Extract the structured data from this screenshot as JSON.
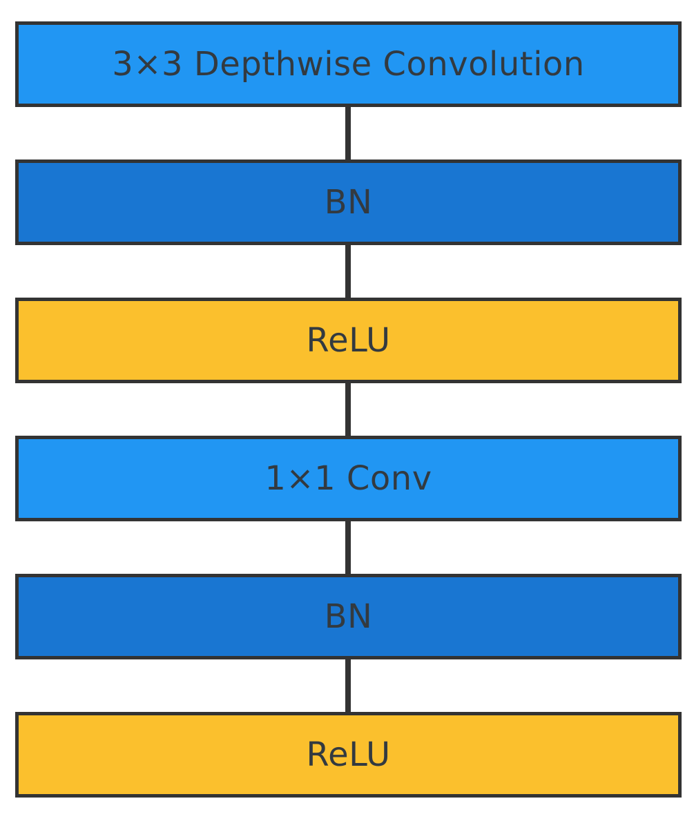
{
  "diagram": {
    "blocks": [
      {
        "label": "3×3 Depthwise Convolution",
        "color": "#2196f3"
      },
      {
        "label": "BN",
        "color": "#1976d2"
      },
      {
        "label": "ReLU",
        "color": "#fbc02d"
      },
      {
        "label": "1×1 Conv",
        "color": "#2196f3"
      },
      {
        "label": "BN",
        "color": "#1976d2"
      },
      {
        "label": "ReLU",
        "color": "#fbc02d"
      }
    ],
    "connector_color": "#333333",
    "border_color": "#333333"
  }
}
